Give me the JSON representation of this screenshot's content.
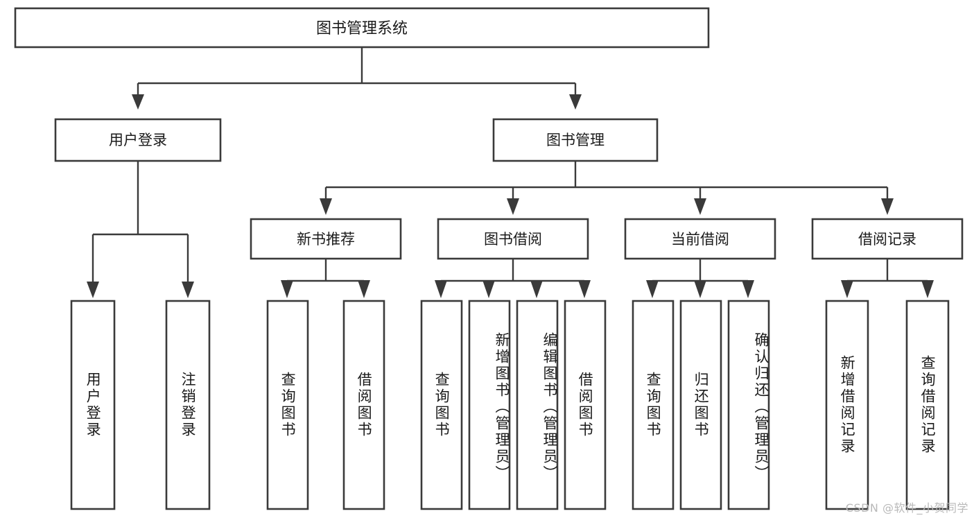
{
  "diagram": {
    "title": "图书管理系统",
    "type": "tree",
    "orientation": "top-down",
    "root": {
      "id": "root",
      "label": "图书管理系统",
      "level": 1
    },
    "level2": [
      {
        "id": "user-login",
        "label": "用户登录",
        "level": 2
      },
      {
        "id": "book-management",
        "label": "图书管理",
        "level": 2
      }
    ],
    "level3": [
      {
        "id": "new-book-recommend",
        "label": "新书推荐",
        "parent": "book-management",
        "level": 3
      },
      {
        "id": "book-borrow",
        "label": "图书借阅",
        "parent": "book-management",
        "level": 3
      },
      {
        "id": "current-borrow",
        "label": "当前借阅",
        "parent": "book-management",
        "level": 3
      },
      {
        "id": "borrow-record",
        "label": "借阅记录",
        "parent": "book-management",
        "level": 3
      }
    ],
    "leaves": [
      {
        "id": "leaf-user-login",
        "label": "用户登录",
        "parent": "user-login"
      },
      {
        "id": "leaf-logout-login",
        "label": "注销登录",
        "parent": "user-login"
      },
      {
        "id": "leaf-query-book-1",
        "label": "查询图书",
        "parent": "new-book-recommend"
      },
      {
        "id": "leaf-borrow-book-1",
        "label": "借阅图书",
        "parent": "new-book-recommend"
      },
      {
        "id": "leaf-query-book-2",
        "label": "查询图书",
        "parent": "book-borrow"
      },
      {
        "id": "leaf-add-book",
        "label": "新增图书（管理员）",
        "parent": "book-borrow"
      },
      {
        "id": "leaf-edit-book",
        "label": "编辑图书（管理员）",
        "parent": "book-borrow"
      },
      {
        "id": "leaf-borrow-book-2",
        "label": "借阅图书",
        "parent": "book-borrow"
      },
      {
        "id": "leaf-query-book-3",
        "label": "查询图书",
        "parent": "current-borrow"
      },
      {
        "id": "leaf-return-book",
        "label": "归还图书",
        "parent": "current-borrow"
      },
      {
        "id": "leaf-confirm-return",
        "label": "确认归还（管理员）",
        "parent": "current-borrow"
      },
      {
        "id": "leaf-add-borrow-record",
        "label": "新增借阅记录",
        "parent": "borrow-record"
      },
      {
        "id": "leaf-query-borrow-record",
        "label": "查询借阅记录",
        "parent": "borrow-record"
      }
    ],
    "watermark": "CSDN @软件_小贺同学",
    "colors": {
      "box_stroke": "#3a3a3a",
      "box_fill": "#ffffff",
      "text": "#1a1a1a",
      "connector": "#3a3a3a",
      "watermark": "#b9b9b9",
      "background": "#ffffff"
    }
  }
}
